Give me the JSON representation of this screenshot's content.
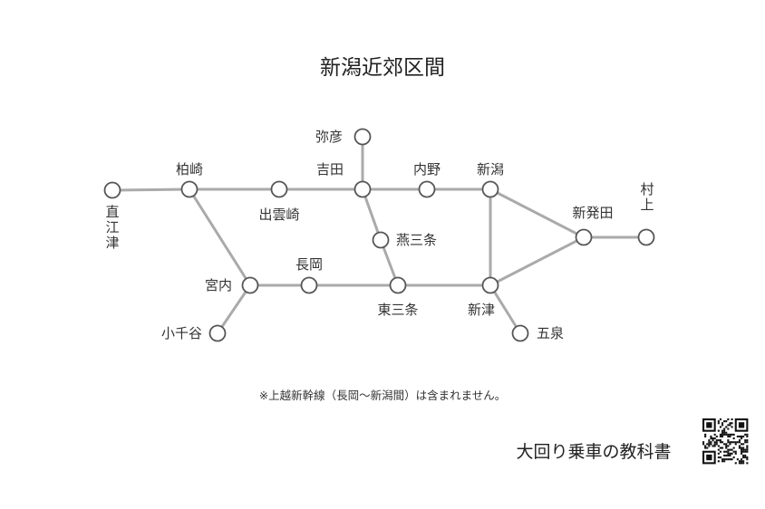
{
  "title": "新潟近郊区間",
  "note": "※上越新幹線（長岡～新潟間）は含まれません。",
  "brand": "大回り乗車の教科書",
  "qr_code": "qr-code-icon",
  "colors": {
    "line": "#aaaaaa",
    "station_stroke": "#555555",
    "text": "#222222"
  },
  "stations": [
    {
      "id": "naoetsu",
      "name": "直江津",
      "vertical": true
    },
    {
      "id": "kashiwazaki",
      "name": "柏崎"
    },
    {
      "id": "izumozaki",
      "name": "出雲崎"
    },
    {
      "id": "yoshida",
      "name": "吉田"
    },
    {
      "id": "yahiko",
      "name": "弥彦"
    },
    {
      "id": "uchino",
      "name": "内野"
    },
    {
      "id": "niigata",
      "name": "新潟"
    },
    {
      "id": "shibata",
      "name": "新発田"
    },
    {
      "id": "murakami",
      "name": "村上",
      "vertical": true
    },
    {
      "id": "tsubamesanjo",
      "name": "燕三条"
    },
    {
      "id": "higashisanjo",
      "name": "東三条"
    },
    {
      "id": "niitsu",
      "name": "新津"
    },
    {
      "id": "gosen",
      "name": "五泉"
    },
    {
      "id": "nagaoka",
      "name": "長岡"
    },
    {
      "id": "miyauchi",
      "name": "宮内"
    },
    {
      "id": "ojiya",
      "name": "小千谷"
    }
  ],
  "connections": [
    [
      "naoetsu",
      "kashiwazaki"
    ],
    [
      "kashiwazaki",
      "izumozaki"
    ],
    [
      "izumozaki",
      "yoshida"
    ],
    [
      "yoshida",
      "uchino"
    ],
    [
      "uchino",
      "niigata"
    ],
    [
      "yoshida",
      "yahiko"
    ],
    [
      "niigata",
      "shibata"
    ],
    [
      "shibata",
      "murakami"
    ],
    [
      "niigata",
      "niitsu"
    ],
    [
      "niitsu",
      "shibata"
    ],
    [
      "yoshida",
      "tsubamesanjo"
    ],
    [
      "tsubamesanjo",
      "higashisanjo"
    ],
    [
      "kashiwazaki",
      "miyauchi"
    ],
    [
      "miyauchi",
      "nagaoka"
    ],
    [
      "nagaoka",
      "higashisanjo"
    ],
    [
      "higashisanjo",
      "niitsu"
    ],
    [
      "niitsu",
      "gosen"
    ],
    [
      "miyauchi",
      "ojiya"
    ]
  ]
}
